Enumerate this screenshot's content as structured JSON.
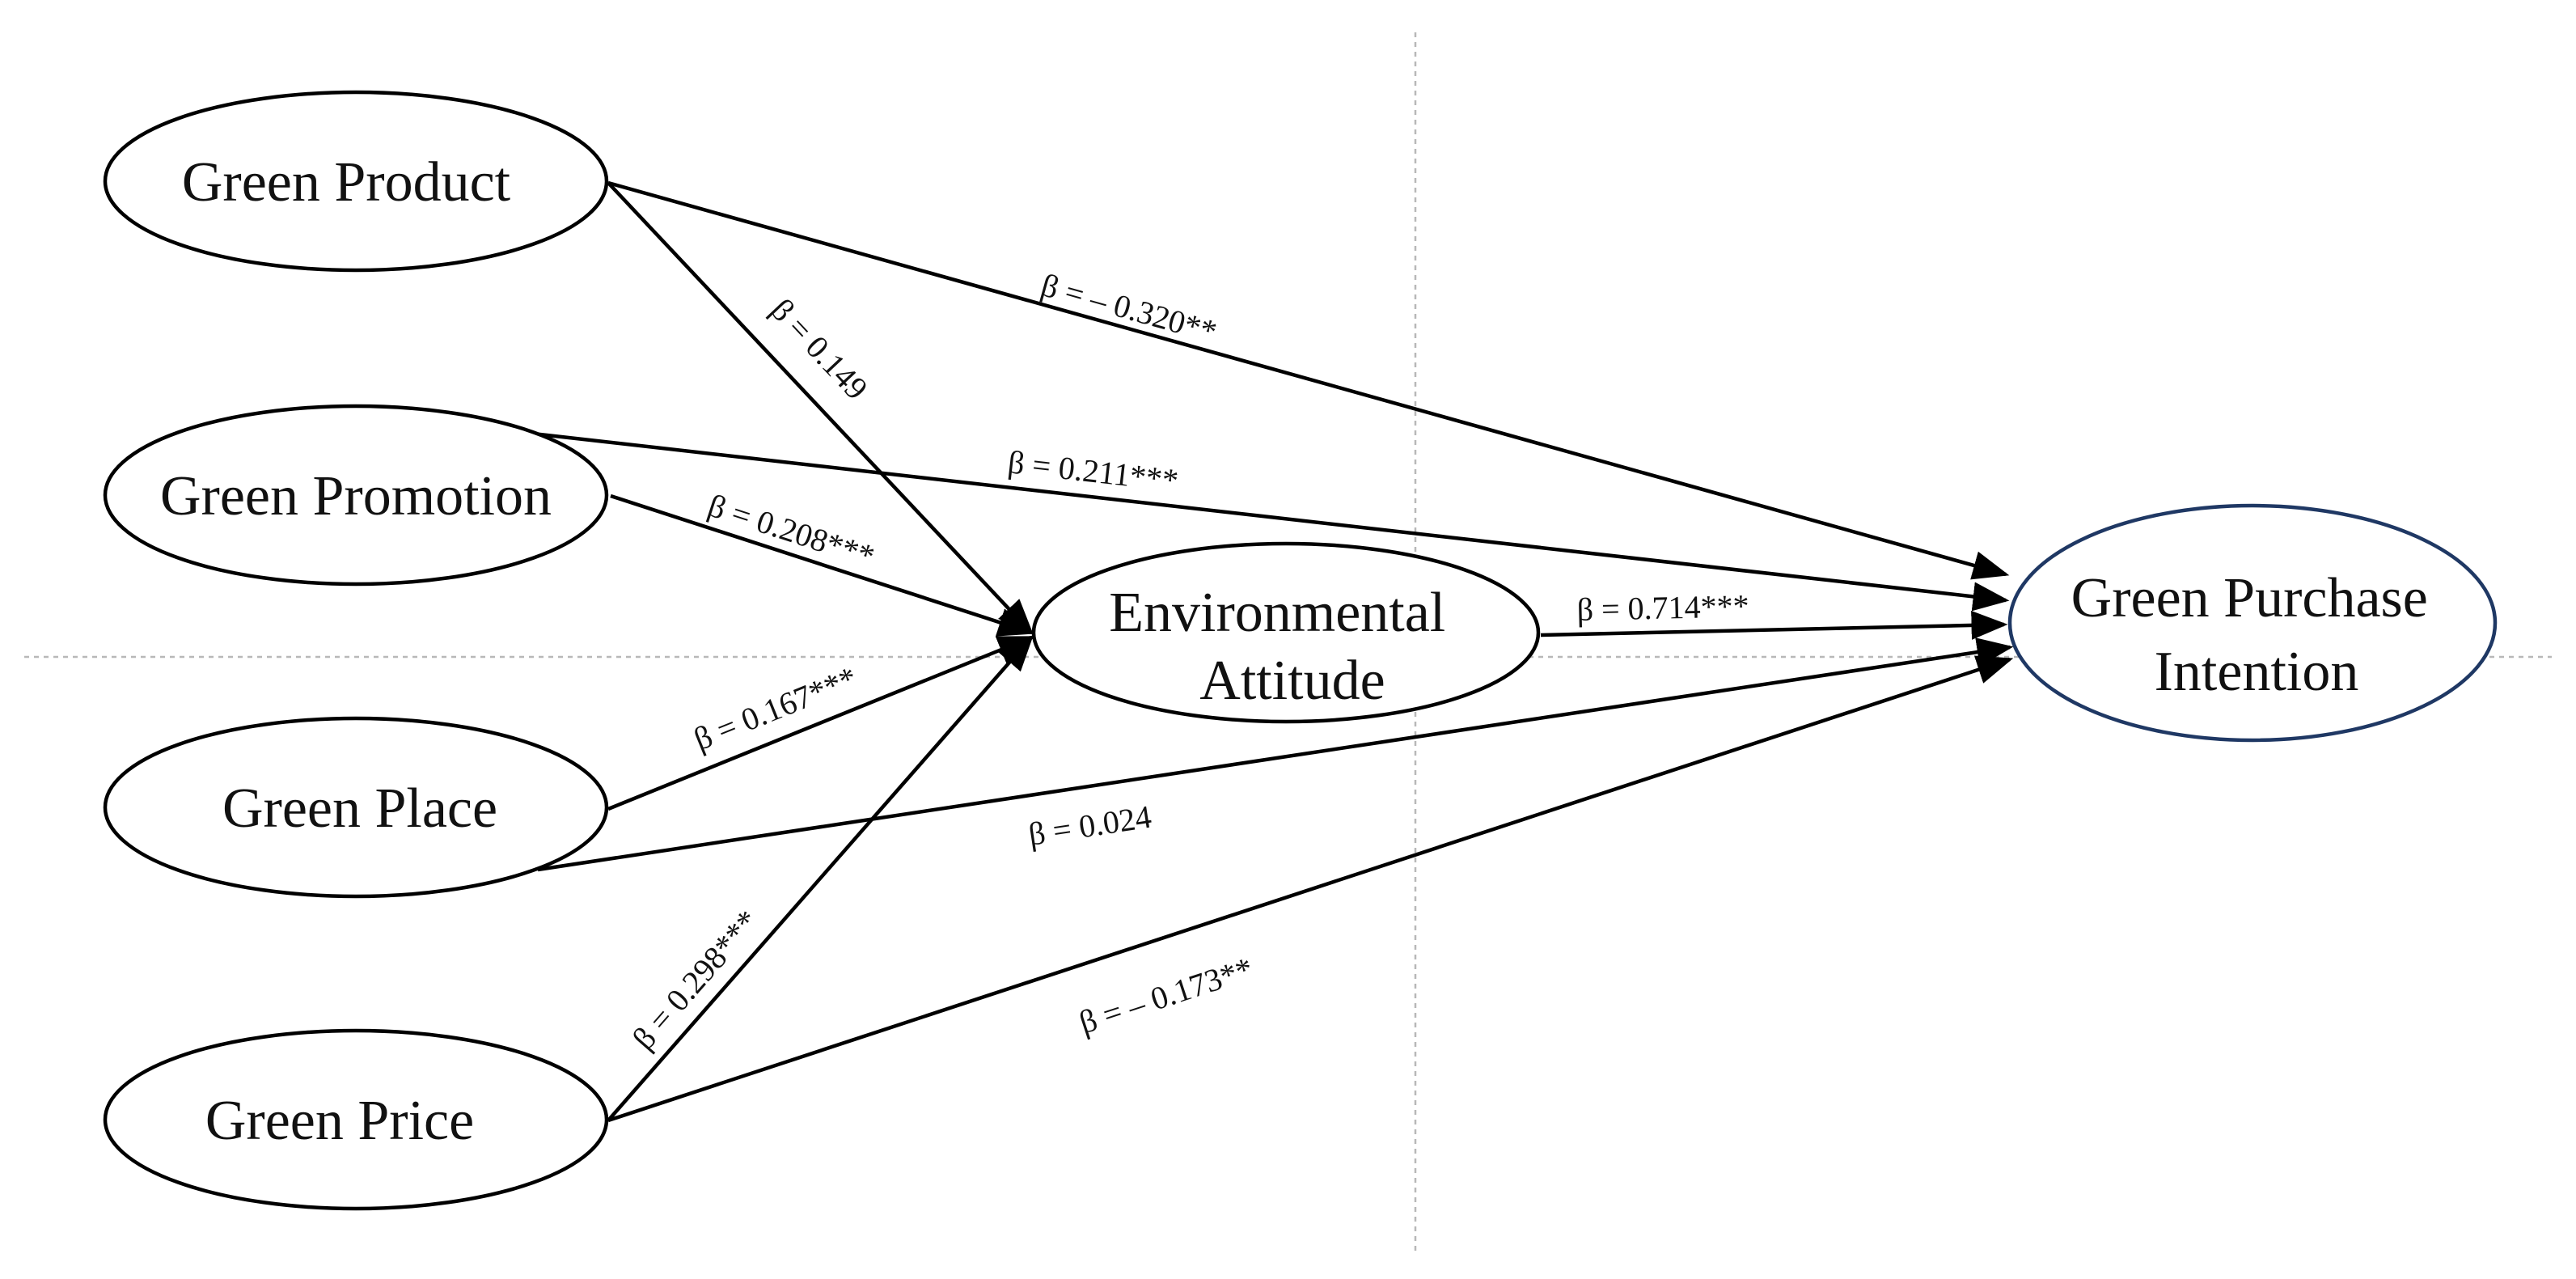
{
  "nodes": {
    "green_product": "Green Product",
    "green_promotion": "Green Promotion",
    "green_place": "Green Place",
    "green_price": "Green Price",
    "environmental_attitude": [
      "Environmental",
      "Attitude"
    ],
    "green_purchase_intention": [
      "Green Purchase",
      "Intention"
    ]
  },
  "edges": {
    "product_to_intention": "β = – 0.320**",
    "product_to_attitude": "β = 0.149",
    "promotion_to_intention": "β =  0.211***",
    "promotion_to_attitude": "β = 0.208***",
    "place_to_attitude": "β = 0.167***",
    "place_to_intention": "β =  0.024",
    "price_to_attitude": "β = 0.298***",
    "price_to_intention": "β = – 0.173**",
    "attitude_to_intention": "β =  0.714***"
  },
  "colors": {
    "outcome_outline": "#1f3864",
    "guide_lines": "#b8b8b8"
  }
}
